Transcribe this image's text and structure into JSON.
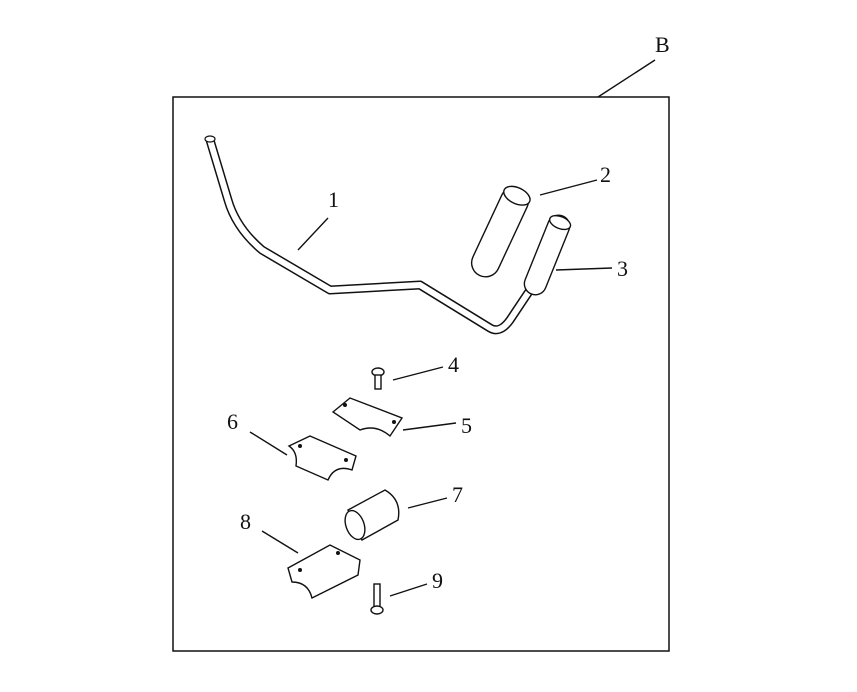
{
  "diagram": {
    "assembly_label": "B",
    "callouts": [
      "1",
      "2",
      "3",
      "4",
      "5",
      "6",
      "7",
      "8",
      "9"
    ]
  }
}
